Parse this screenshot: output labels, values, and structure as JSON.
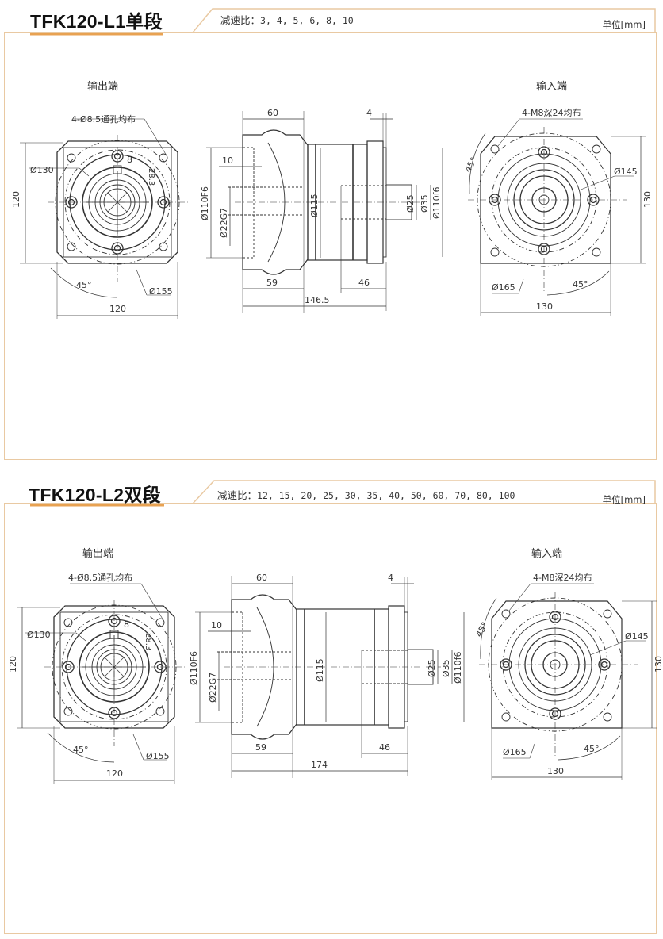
{
  "page": {
    "unit_label": "单位[mm]",
    "accent_color": "#e8a252",
    "frame_color": "#e9c9a2"
  },
  "sections": [
    {
      "title": "TFK120-L1单段",
      "ratio_label": "减速比：",
      "ratios": "3, 4, 5, 6, 8, 10",
      "unit": "单位[mm]",
      "output_view": {
        "label": "输出端",
        "hole_callout": "4-Ø8.5通孔均布",
        "dims": {
          "pcd": "Ø130",
          "key_width": "8",
          "key_height": "28.3",
          "height": "120",
          "width": "120",
          "angle": "45°",
          "outer": "Ø155"
        }
      },
      "side_view": {
        "dims": {
          "flange_len": "60",
          "ring": "4",
          "bore_depth": "10",
          "flange_dia": "Ø110F6",
          "bore": "Ø22G7",
          "body": "Ø115",
          "shaft": "Ø25",
          "shaft2": "Ø35",
          "pilot": "Ø110f6",
          "len_a": "59",
          "len_b": "46",
          "total": "146.5"
        }
      },
      "input_view": {
        "label": "输入端",
        "hole_callout": "4-M8深24均布",
        "dims": {
          "angle_top": "45°",
          "pcd": "Ø145",
          "height": "130",
          "outer": "Ø165",
          "angle_bottom": "45°",
          "width": "130"
        }
      }
    },
    {
      "title": "TFK120-L2双段",
      "ratio_label": "减速比：",
      "ratios": "12, 15, 20, 25, 30, 35, 40, 50, 60, 70, 80, 100",
      "unit": "单位[mm]",
      "output_view": {
        "label": "输出端",
        "hole_callout": "4-Ø8.5通孔均布",
        "dims": {
          "pcd": "Ø130",
          "key_width": "8",
          "key_height": "28.3",
          "height": "120",
          "width": "120",
          "angle": "45°",
          "outer": "Ø155"
        }
      },
      "side_view": {
        "dims": {
          "flange_len": "60",
          "ring": "4",
          "bore_depth": "10",
          "flange_dia": "Ø110F6",
          "bore": "Ø22G7",
          "body": "Ø115",
          "shaft": "Ø25",
          "shaft2": "Ø35",
          "pilot": "Ø110f6",
          "len_a": "59",
          "len_b": "46",
          "total": "174"
        }
      },
      "input_view": {
        "label": "输入端",
        "hole_callout": "4-M8深24均布",
        "dims": {
          "angle_top": "45°",
          "pcd": "Ø145",
          "height": "130",
          "outer": "Ø165",
          "angle_bottom": "45°",
          "width": "130"
        }
      }
    }
  ]
}
